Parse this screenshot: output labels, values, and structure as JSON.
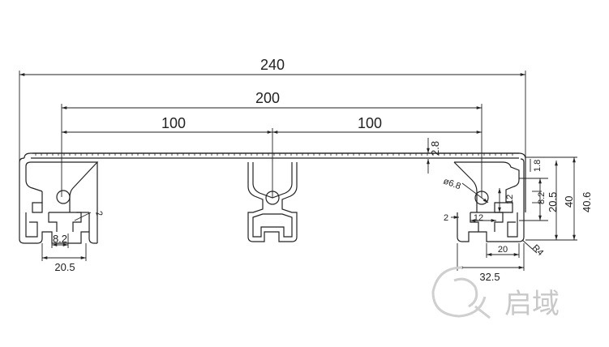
{
  "dimensions": {
    "overall_width": "240",
    "center_span": "200",
    "half_left": "100",
    "half_right": "100",
    "plate_thickness": "2.8",
    "edge_1_8": "1.8",
    "hole_dia": "ø6.8",
    "slot_8_2_right": "8.2",
    "slot_12_a": "12",
    "slot_12_b": "12",
    "height_20_5": "20.5",
    "height_40": "40",
    "height_40_6": "40.6",
    "wall_2": "2",
    "slot_20": "20",
    "radius_r4": "R4",
    "width_32_5": "32.5",
    "slot_8_2_left": "8.2",
    "width_20_5": "20.5",
    "angle_mark": "2"
  },
  "watermark": {
    "brand": "启域",
    "logo_icon": "q-swirl-logo-icon"
  },
  "colors": {
    "line": "#222222",
    "watermark": "#c8c8c8"
  }
}
